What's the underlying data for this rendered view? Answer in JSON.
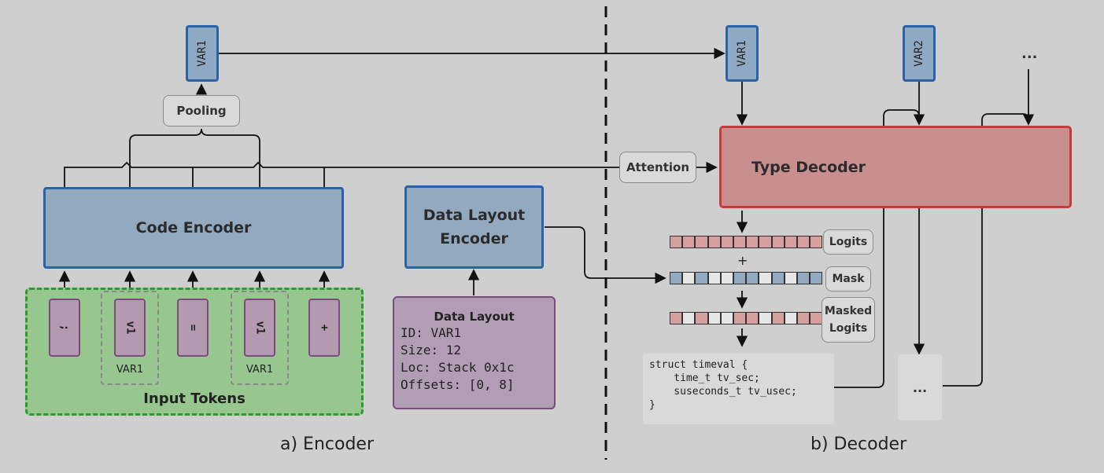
{
  "encoder": {
    "var_top": "VAR1",
    "pooling": "Pooling",
    "code_encoder": "Code Encoder",
    "data_layout_encoder": "Data Layout Encoder",
    "input_tokens_label": "Input Tokens",
    "tokens": [
      ";",
      "v1",
      "=",
      "v1",
      "+"
    ],
    "token_group_names": [
      "VAR1",
      "VAR1"
    ],
    "data_layout": {
      "title": "Data Layout",
      "lines": [
        "ID: VAR1",
        "Size: 12",
        "Loc: Stack 0x1c",
        "Offsets: [0, 8]"
      ]
    },
    "caption": "a) Encoder"
  },
  "decoder": {
    "var1": "VAR1",
    "var2": "VAR2",
    "ellipsis": "...",
    "attention": "Attention",
    "type_decoder": "Type Decoder",
    "logits": "Logits",
    "plus": "+",
    "mask": "Mask",
    "masked_logits": "Masked Logits",
    "struct_code": "struct timeval {\n    time_t tv_sec;\n    suseconds_t tv_usec;\n}",
    "ellipsis_box": "...",
    "caption": "b) Decoder"
  },
  "colors": {
    "blue": "#93a9c0",
    "red": "#c98f8f",
    "green": "#97c78f",
    "purple": "#b49ab0"
  }
}
